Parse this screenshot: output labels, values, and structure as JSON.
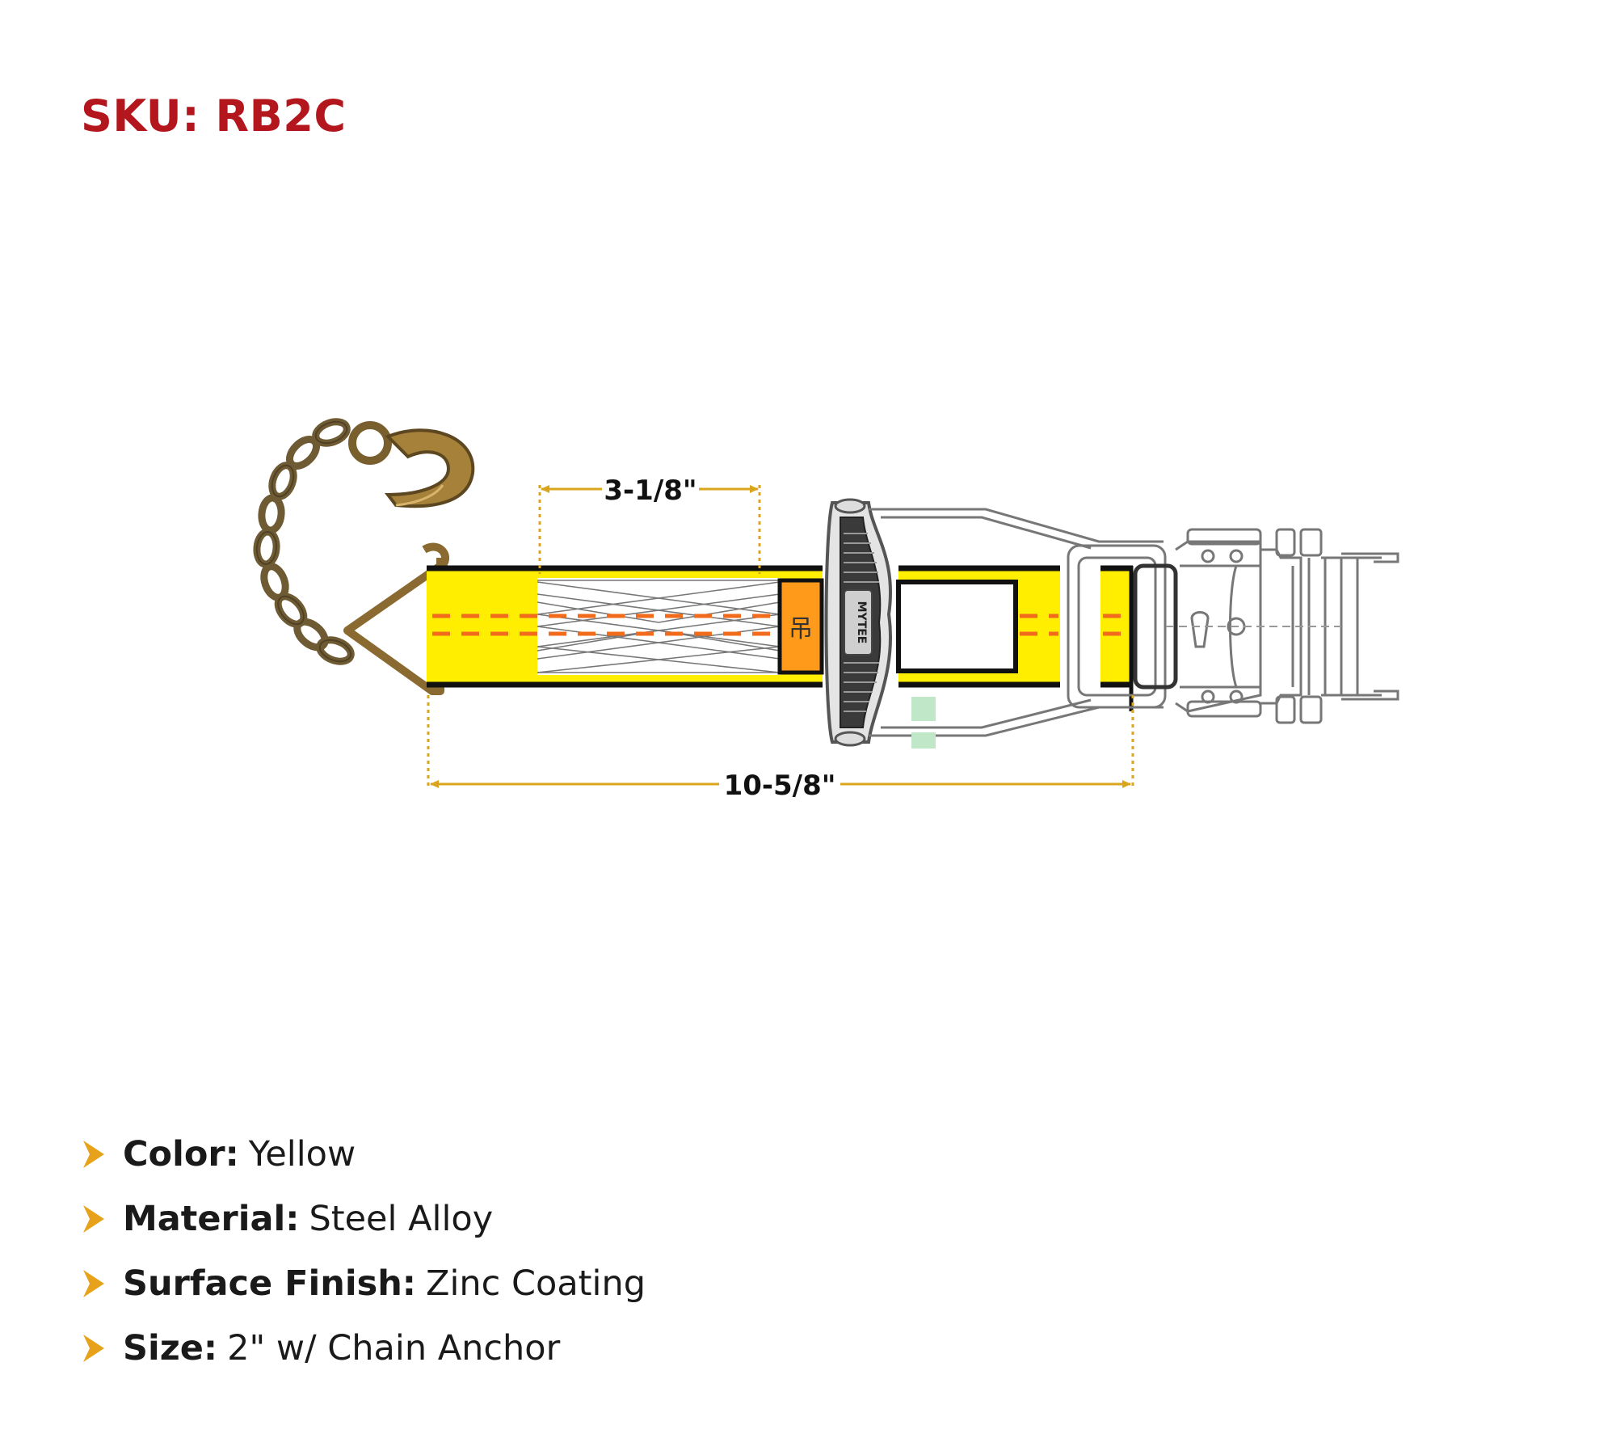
{
  "sku": "SKU: RB2C",
  "colors": {
    "sku_red": "#b3161d",
    "accent_gold": "#e5a21a",
    "strap_yellow": "#ffee00",
    "stitch_orange": "#f26a1b",
    "label_orange": "#ff9a1a",
    "dimension_gold": "#d9a51c"
  },
  "diagram": {
    "dimensions": [
      {
        "label": "3-1/8\""
      },
      {
        "label": "10-5/8\""
      }
    ],
    "label_tag_glyph": "吊",
    "buckle_brand": "MYTEE"
  },
  "specs": [
    {
      "label": "Color:",
      "value": "Yellow"
    },
    {
      "label": "Material:",
      "value": "Steel Alloy"
    },
    {
      "label": "Surface Finish:",
      "value": "Zinc Coating"
    },
    {
      "label": "Size:",
      "value": "2\" w/ Chain Anchor"
    }
  ]
}
